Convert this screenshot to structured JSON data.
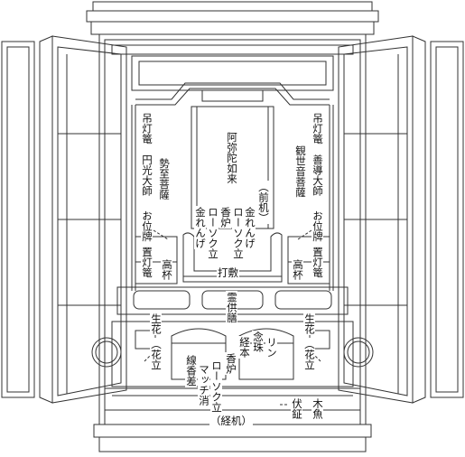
{
  "labels": {
    "tsuritoro_left": "吊灯篭",
    "enko_daishi": "円光大師",
    "seishi_bosatsu": "勢至菩薩",
    "oihai_left": "お位牌",
    "amida_nyorai": "阿弥陀如来",
    "tsuritoro_right": "吊灯篭",
    "zendo_daishi": "善導大師",
    "kannon_bosatsu": "観世音菩薩",
    "oihai_right": "お位牌",
    "maezukue": "（前机）",
    "kinrenge_inner": "金れんげ",
    "rosokutate_inner": "ローソク立",
    "koro_inner": "香炉",
    "kinrenge_outer": "金れんげ",
    "uchishiki": "打敷",
    "okitoro_left": "置灯篭",
    "takatsuki_left": "高杯",
    "okitoro_right": "置灯篭",
    "takatsuki_right": "高杯",
    "reigu_zen": "霊供膳",
    "seika_left": "生花",
    "kadate_left": "（花立",
    "seika_right": "生花",
    "kadate_right": "（花立",
    "senko_sashi": "線香差",
    "matchi_keshi": "マッチ消",
    "rosokutate_lower": "ローソク立",
    "koro_lower": "香炉",
    "kyohon": "経本",
    "juzu": "念珠",
    "rin": "リン",
    "kyozukue": "（経机）",
    "mokugyo": "木魚",
    "fusei": "伏鉦"
  },
  "colors": {
    "line": "#333333",
    "background": "#ffffff"
  }
}
